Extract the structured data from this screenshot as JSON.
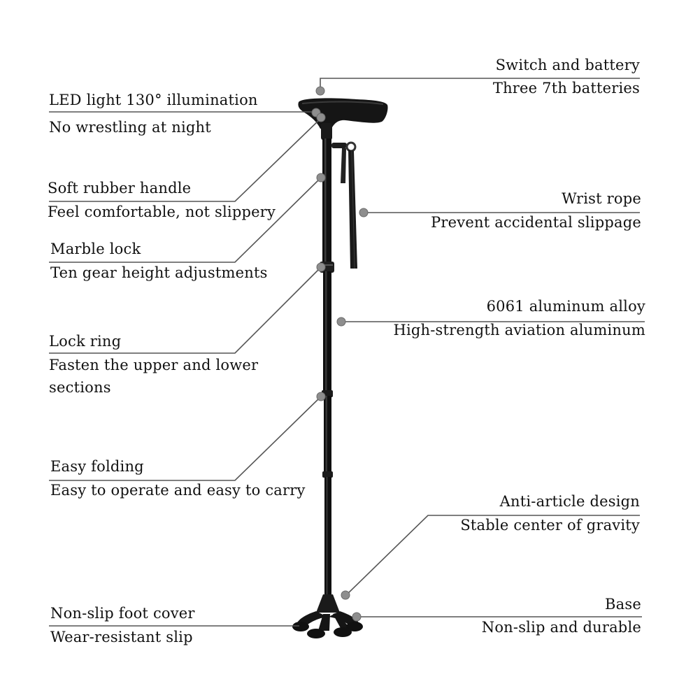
{
  "colors": {
    "background": "#ffffff",
    "text": "#111111",
    "leader_line": "#555555",
    "cane_body": "#111111",
    "marker_dot": "#8e8e8e"
  },
  "product_image": {
    "icon": "folding-cane-with-led-light"
  },
  "callouts": {
    "led_light": {
      "title": "LED light 130° illumination",
      "detail": "No wrestling at night"
    },
    "handle": {
      "title": "Soft rubber handle",
      "detail": "Feel comfortable, not slippery"
    },
    "marble_lock": {
      "title": "Marble lock",
      "detail": "Ten gear height adjustments"
    },
    "lock_ring": {
      "title": "Lock ring",
      "detail_line1": "Fasten the upper and lower",
      "detail_line2": "sections"
    },
    "folding": {
      "title": "Easy folding",
      "detail": "Easy to operate and easy to carry"
    },
    "foot_cover": {
      "title": "Non-slip foot cover",
      "detail": "Wear-resistant slip"
    },
    "switch_battery": {
      "title": "Switch and battery",
      "detail": "Three 7th batteries"
    },
    "wrist_rope": {
      "title": "Wrist rope",
      "detail": "Prevent accidental slippage"
    },
    "alloy": {
      "title": "6061 aluminum alloy",
      "detail": "High-strength aviation aluminum"
    },
    "anti_article": {
      "title": "Anti-article design",
      "detail": "Stable center of gravity"
    },
    "base": {
      "title": "Base",
      "detail": "Non-slip and durable"
    }
  }
}
